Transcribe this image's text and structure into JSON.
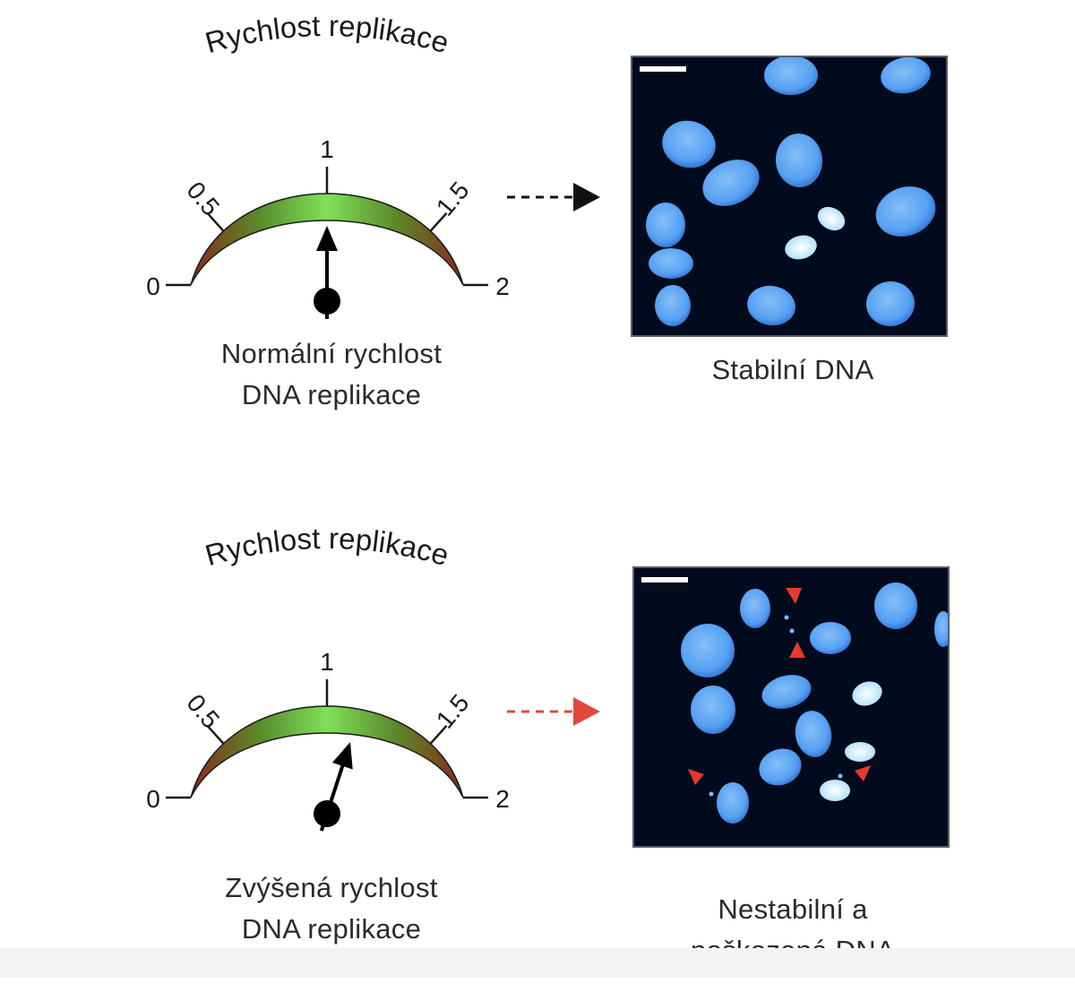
{
  "panels": [
    {
      "id": "normal",
      "gauge_title": "Rychlost replikace",
      "ticks": [
        "0",
        "0.5",
        "1",
        "1.5",
        "2"
      ],
      "gauge_value": 1.0,
      "caption_lines": [
        "Normální rychlost",
        "DNA replikace"
      ],
      "arrow_color": "#111111",
      "result_lines": [
        "Stabilní DNA"
      ],
      "damaged": false
    },
    {
      "id": "elevated",
      "gauge_title": "Rychlost replikace",
      "ticks": [
        "0",
        "0.5",
        "1",
        "1.5",
        "2"
      ],
      "gauge_value": 1.2,
      "caption_lines": [
        "Zvýšená rychlost",
        "DNA replikace"
      ],
      "arrow_color": "#e04a3a",
      "result_lines": [
        "Nestabilní a",
        "poškozená DNA"
      ],
      "damaged": true
    }
  ],
  "colors": {
    "gauge_center": "#7fe05a",
    "gauge_edge": "#8a2a1a",
    "nucleus": "#5aa8ff",
    "marker": "#e63a2a"
  }
}
